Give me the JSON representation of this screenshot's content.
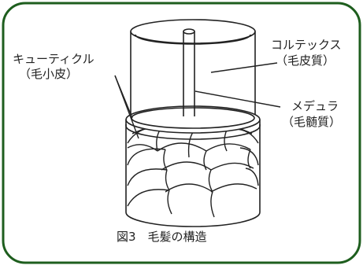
{
  "figure": {
    "caption": "図3　毛髪の構造",
    "frame_color": "#1e5e1e"
  },
  "labels": {
    "cuticle_line1": "キューティクル",
    "cuticle_line2": "（毛小皮）",
    "cortex_line1": "コルテックス",
    "cortex_line2": "（毛皮質）",
    "medulla_line1": "メデュラ",
    "medulla_line2": "（毛髄質）"
  }
}
